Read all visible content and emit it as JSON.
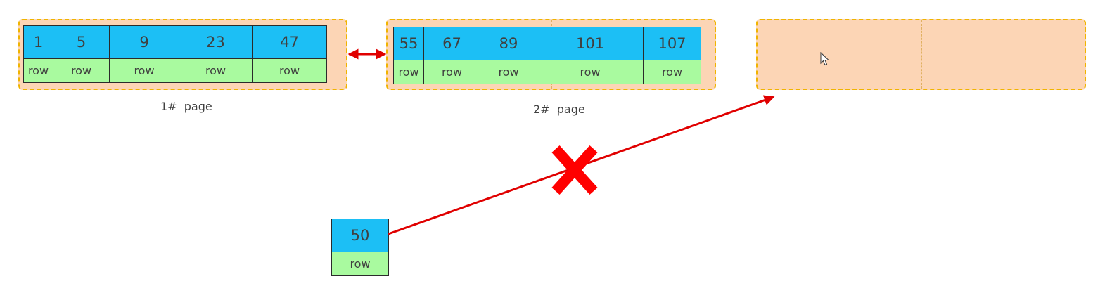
{
  "page1": {
    "caption": "1#  page",
    "records": [
      {
        "key": "1",
        "row": "row"
      },
      {
        "key": "5",
        "row": "row"
      },
      {
        "key": "9",
        "row": "row"
      },
      {
        "key": "23",
        "row": "row"
      },
      {
        "key": "47",
        "row": "row"
      }
    ]
  },
  "page2": {
    "caption": "2#  page",
    "records": [
      {
        "key": "55",
        "row": "row"
      },
      {
        "key": "67",
        "row": "row"
      },
      {
        "key": "89",
        "row": "row"
      },
      {
        "key": "101",
        "row": "row"
      },
      {
        "key": "107",
        "row": "row"
      }
    ]
  },
  "new_record": {
    "key": "50",
    "row": "row"
  },
  "colors": {
    "key_cell": "#1cbff5",
    "row_cell": "#a9fa9f",
    "page_fill": "#fcd5b5",
    "page_border": "#f0b400",
    "arrow": "#e00000",
    "cross": "#ff0000"
  },
  "icons": {
    "link": "double-arrow-icon",
    "rejected": "cross-icon",
    "pointer": "mouse-cursor-icon"
  }
}
